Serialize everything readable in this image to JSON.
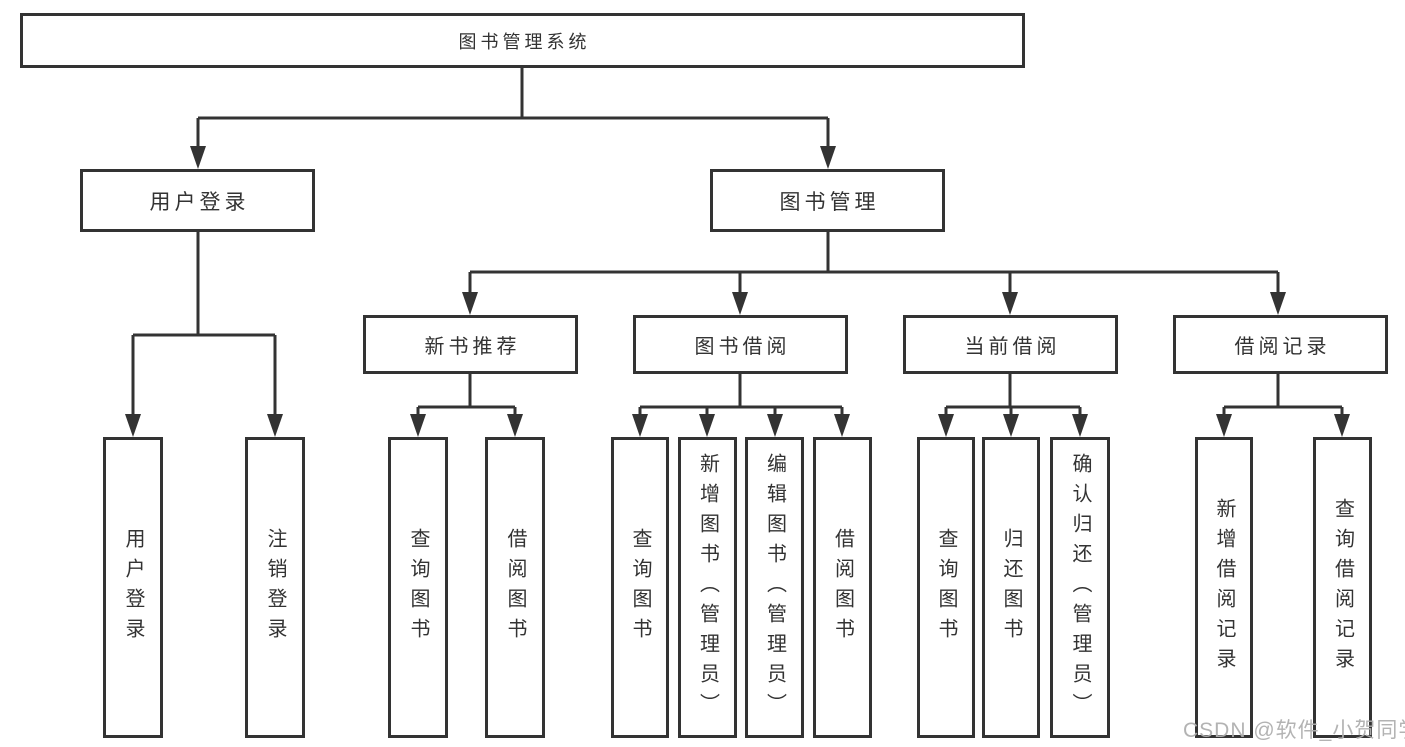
{
  "tree": {
    "label": "图书管理系统",
    "children": [
      {
        "label": "用户登录",
        "children": [
          {
            "label": "用户登录"
          },
          {
            "label": "注销登录"
          }
        ]
      },
      {
        "label": "图书管理",
        "children": [
          {
            "label": "新书推荐",
            "children": [
              {
                "label": "查询图书"
              },
              {
                "label": "借阅图书"
              }
            ]
          },
          {
            "label": "图书借阅",
            "children": [
              {
                "label": "查询图书"
              },
              {
                "label": "新增图书（管理员）"
              },
              {
                "label": "编辑图书（管理员）"
              },
              {
                "label": "借阅图书"
              }
            ]
          },
          {
            "label": "当前借阅",
            "children": [
              {
                "label": "查询图书"
              },
              {
                "label": "归还图书"
              },
              {
                "label": "确认归还（管理员）"
              }
            ]
          },
          {
            "label": "借阅记录",
            "children": [
              {
                "label": "新增借阅记录"
              },
              {
                "label": "查询借阅记录"
              }
            ]
          }
        ]
      }
    ]
  },
  "watermark": "CSDN @软件_小贺同学",
  "colors": {
    "line": "#333333",
    "text": "#333333",
    "box_background": "#ffffff",
    "watermark": "#afafaf"
  }
}
